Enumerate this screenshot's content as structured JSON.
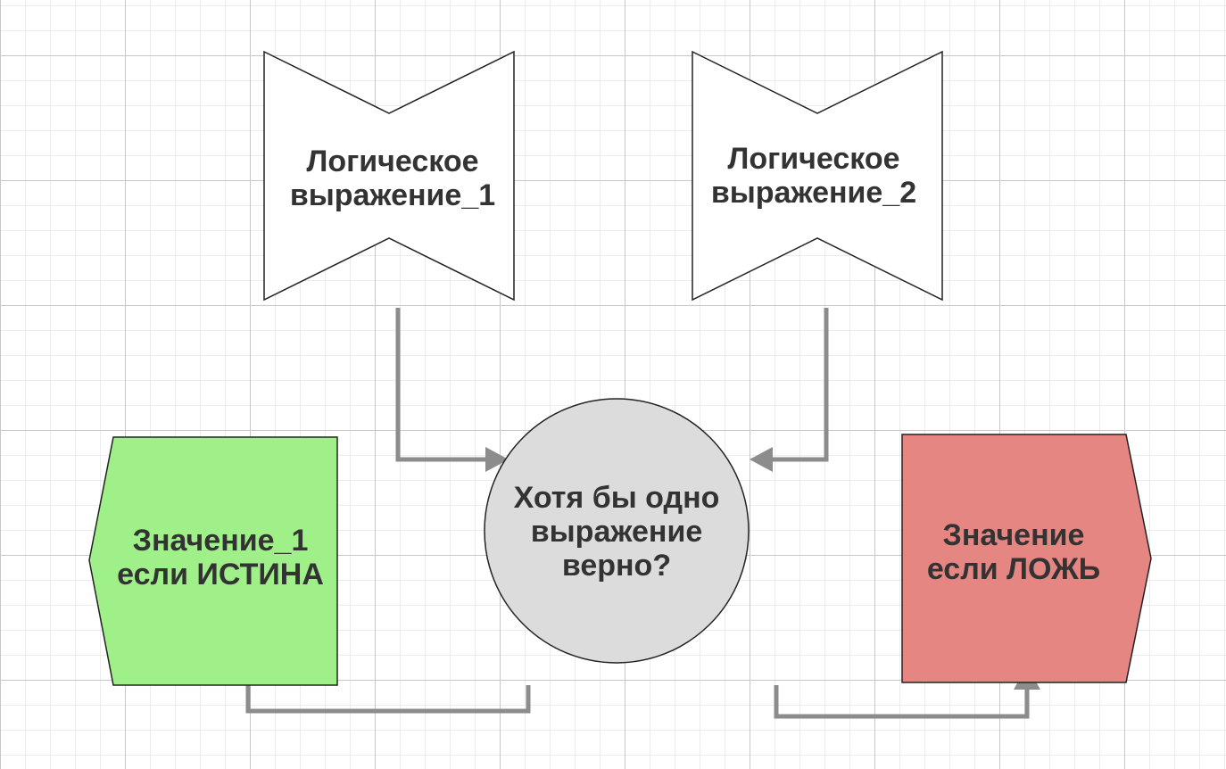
{
  "nodes": {
    "expr1": {
      "label": "Логическое\nвыражение_1",
      "fill": "#ffffff"
    },
    "expr2": {
      "label": "Логическое\nвыражение_2",
      "fill": "#ffffff"
    },
    "decision": {
      "label": "Хотя бы одно\nвыражение\nверно?",
      "fill": "#dcdcdc"
    },
    "value_true": {
      "label": "Значение_1\nесли ИСТИНА",
      "fill": "#a0f08a"
    },
    "value_false": {
      "label": "Значение\nесли ЛОЖЬ",
      "fill": "#e58682"
    }
  },
  "colors": {
    "stroke": "#222222",
    "connector": "#8c8c8c"
  }
}
